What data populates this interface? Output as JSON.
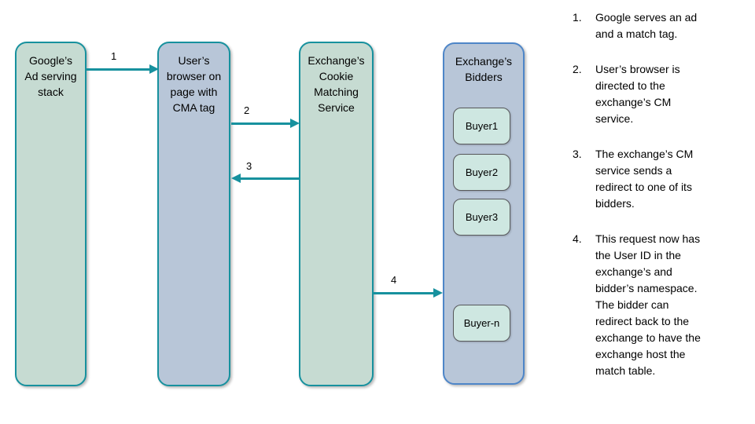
{
  "diagram": {
    "nodes": [
      {
        "id": "google-ad-serving-stack",
        "label": "Google’s\nAd serving\nstack"
      },
      {
        "id": "users-browser",
        "label": "User’s\nbrowser on\npage with\nCMA tag"
      },
      {
        "id": "exchange-cookie-matching-service",
        "label": "Exchange’s\nCookie\nMatching\nService"
      },
      {
        "id": "exchange-bidders",
        "label": "Exchange’s\nBidders"
      }
    ],
    "buyers": [
      "Buyer1",
      "Buyer2",
      "Buyer3",
      "Buyer-n"
    ],
    "arrows": [
      {
        "num": "1",
        "from": "google-ad-serving-stack",
        "to": "users-browser"
      },
      {
        "num": "2",
        "from": "users-browser",
        "to": "exchange-cookie-matching-service"
      },
      {
        "num": "3",
        "from": "exchange-cookie-matching-service",
        "to": "users-browser"
      },
      {
        "num": "4",
        "from": "exchange-cookie-matching-service",
        "to": "exchange-bidders"
      }
    ],
    "colors": {
      "teal_border_arrow": "#17919E",
      "green_fill": "#C6DBD2",
      "blue_fill": "#B8C6D8",
      "bidders_border": "#4E86C8",
      "buyer_fill": "#CEE7E1",
      "buyer_border": "#58595B",
      "text": "#000000",
      "background": "#FFFFFF"
    }
  },
  "steps": [
    {
      "num": "1.",
      "text": "Google serves an ad\nand a match tag."
    },
    {
      "num": "2.",
      "text": "User’s browser is\ndirected to the\nexchange’s CM\nservice."
    },
    {
      "num": "3.",
      "text": "The exchange’s CM\nservice sends a\nredirect to one of its\nbidders."
    },
    {
      "num": "4.",
      "text": "This request now has\nthe User ID in the\nexchange’s and\nbidder’s namespace.\nThe bidder can\nredirect back to the\nexchange to have the\nexchange host the\nmatch table."
    }
  ]
}
